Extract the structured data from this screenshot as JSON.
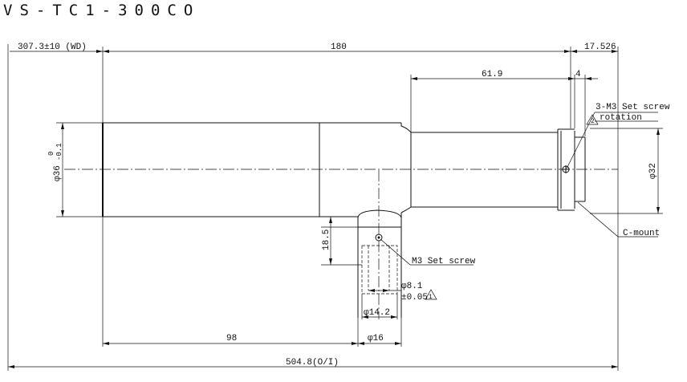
{
  "title": "VS-TC1-300CO",
  "dimensions": {
    "wd": "307.3±10 (WD)",
    "length_180": "180",
    "flange": "17.526",
    "len_61_9": "61.9",
    "len_4": "4",
    "dia_36": "φ36",
    "tol_36_top": "0",
    "tol_36_bottom": "-0.1",
    "dia_32": "φ32",
    "height_18_5": "18.5",
    "dia_8_1": "φ8.1",
    "tol_8_1": "±0.05",
    "dia_14_2": "φ14.2",
    "dia_16": "φ16",
    "len_98": "98",
    "total": "504.8(O/I)"
  },
  "callouts": {
    "set_screw_3": "3-M3 Set screw",
    "rotation": "rotation",
    "m3_screw": "M3 Set screw",
    "cmount": "C-mount",
    "tri_1": "1",
    "tri_2": "2"
  }
}
